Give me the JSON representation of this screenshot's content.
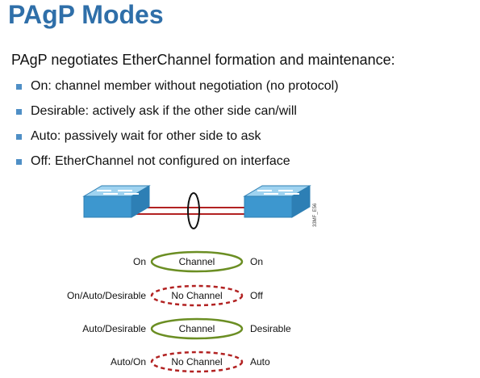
{
  "slide": {
    "title": "PAgP Modes",
    "intro": "PAgP negotiates EtherChannel formation and maintenance:",
    "bullets": [
      "On: channel member without negotiation (no protocol)",
      "Desirable: actively ask if the other side can/will",
      "Auto: passively wait for other side to ask",
      "Off: EtherChannel not configured on interface"
    ]
  },
  "diagram": {
    "figure_code": "33MF_E56",
    "rows": [
      {
        "left": "On",
        "result": "Channel",
        "right": "On",
        "style": "solid"
      },
      {
        "left": "On/Auto/Desirable",
        "result": "No Channel",
        "right": "Off",
        "style": "dashed"
      },
      {
        "left": "Auto/Desirable",
        "result": "Channel",
        "right": "Desirable",
        "style": "solid"
      },
      {
        "left": "Auto/On",
        "result": "No Channel",
        "right": "Auto",
        "style": "dashed"
      }
    ],
    "colors": {
      "title": "#2f6fa9",
      "bullet": "#4f8fc6",
      "switch": "#4aa3d8",
      "link": "#b22222",
      "solid_ellipse": "#6b8e23",
      "dashed_ellipse": "#b22222"
    }
  }
}
